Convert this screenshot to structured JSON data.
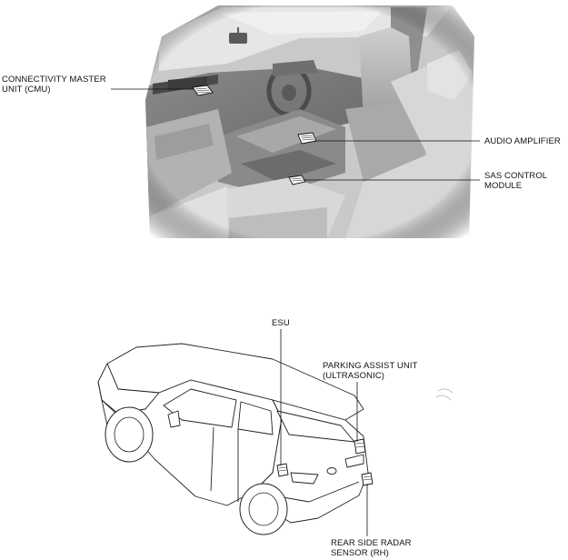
{
  "colors": {
    "line": "#111111",
    "interior_shadow": "#7a7a7a",
    "interior_mid": "#b5b5b5",
    "interior_light": "#e3e3e3",
    "car_body": "#ffffff",
    "car_outline": "#222222"
  },
  "interior": {
    "labels": {
      "cmu": [
        "CONNECTIVITY MASTER",
        "UNIT (CMU)"
      ],
      "audio": [
        "AUDIO AMPLIFIER"
      ],
      "sas": [
        "SAS CONTROL",
        "MODULE"
      ]
    },
    "icons": [
      "cmu-module-icon",
      "audio-amplifier-icon",
      "sas-control-module-icon"
    ]
  },
  "exterior": {
    "labels": {
      "esu": [
        "ESU"
      ],
      "parking": [
        "PARKING ASSIST UNIT",
        "(ULTRASONIC)"
      ],
      "radar": [
        "REAR SIDE RADAR",
        "SENSOR (RH)"
      ]
    },
    "icons": [
      "esu-module-icon",
      "parking-assist-unit-icon",
      "rear-radar-sensor-icon"
    ]
  }
}
